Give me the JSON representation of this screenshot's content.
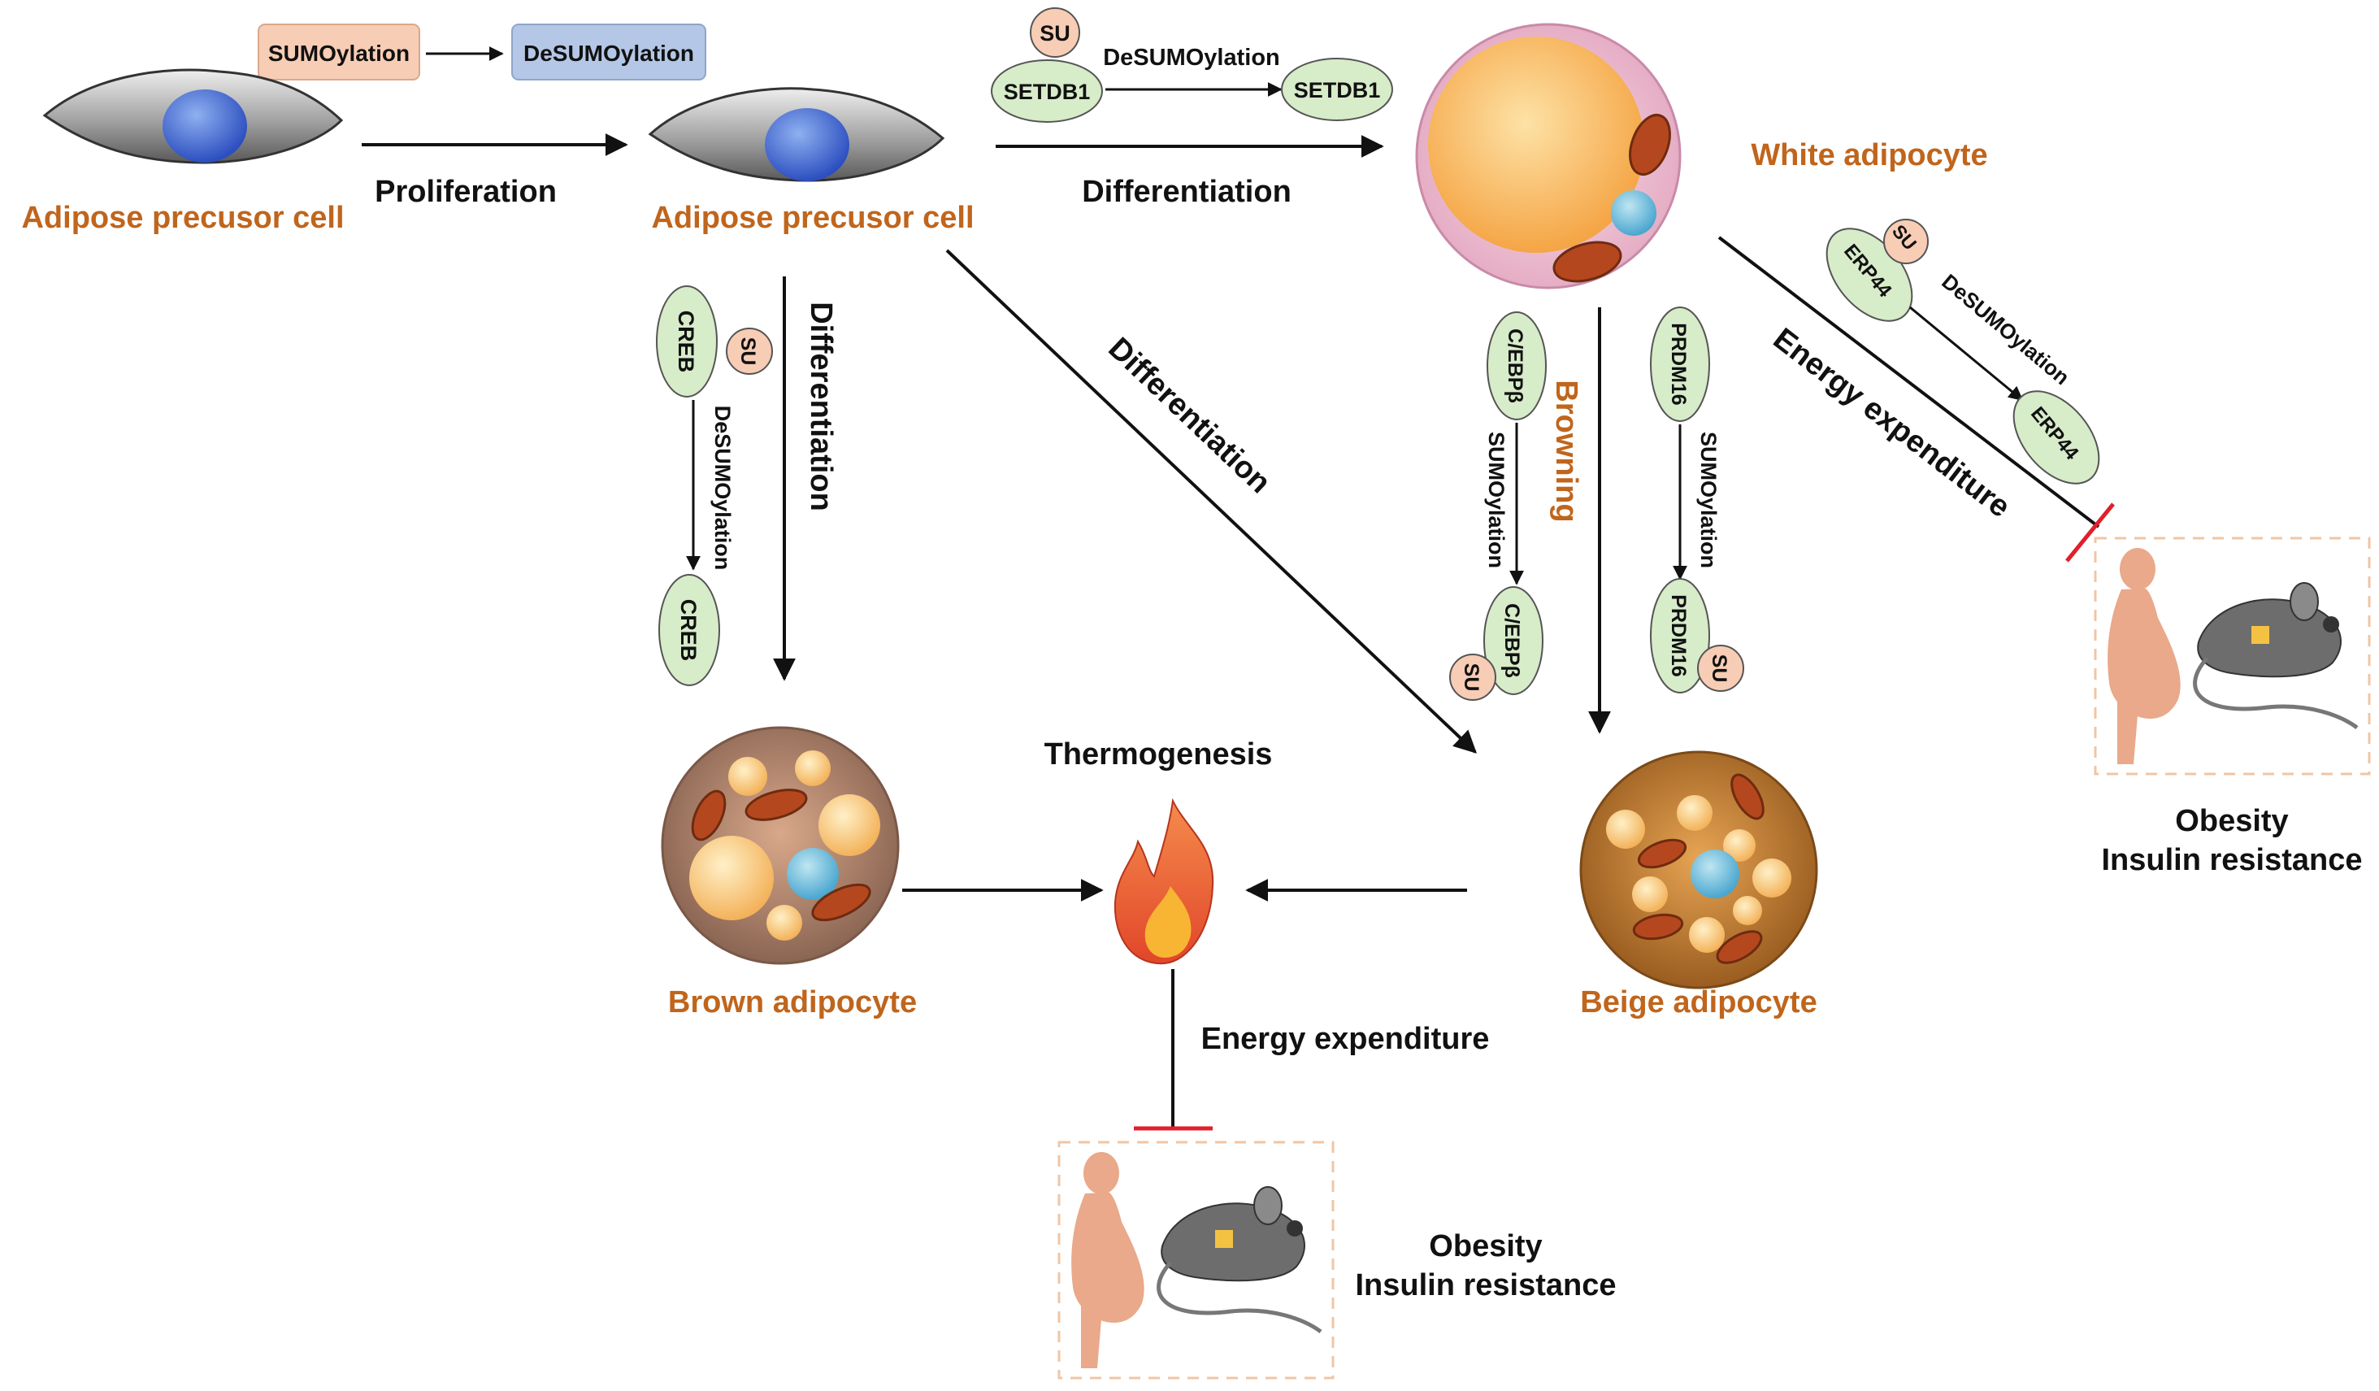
{
  "legend": {
    "sumo": "SUMOylation",
    "desumo": "DeSUMOylation"
  },
  "labels": {
    "precursor_left": "Adipose precusor cell",
    "precursor_center": "Adipose precusor cell",
    "proliferation": "Proliferation",
    "differentiation_top": "Differentiation",
    "differentiation_vertical": "Differentiation",
    "differentiation_diagonal": "Differentiation",
    "white": "White adipocyte",
    "browning": "Browning",
    "energy_expenditure_diag": "Energy expenditure",
    "energy_expenditure_bottom": "Energy expenditure",
    "thermogenesis": "Thermogenesis",
    "brown": "Brown adipocyte",
    "beige": "Beige adipocyte",
    "obesity_right": "Obesity",
    "insulin_right": "Insulin resistance",
    "obesity_bottom": "Obesity",
    "insulin_bottom": "Insulin resistance"
  },
  "proteins": {
    "su": "SU",
    "setdb1": "SETDB1",
    "creb": "CREB",
    "cebpb": "C/EBPβ",
    "prdm16": "PRDM16",
    "erp44": "ERP44"
  },
  "process_labels": {
    "setdb1_desumo": "DeSUMOylation",
    "creb_desumo": "DeSUMOylation",
    "cebpb_sumo": "SUMOylation",
    "prdm16_sumo": "SUMOylation",
    "erp44_desumo": "DeSUMOylation"
  },
  "colors": {
    "orange_text": "#c0651c",
    "sumo_box": "#f8cdb5",
    "desumo_box": "#b4c7e7",
    "protein_fill": "#d7ecc9",
    "su_fill": "#f8cdb5",
    "inhibit": "#e0202a"
  }
}
